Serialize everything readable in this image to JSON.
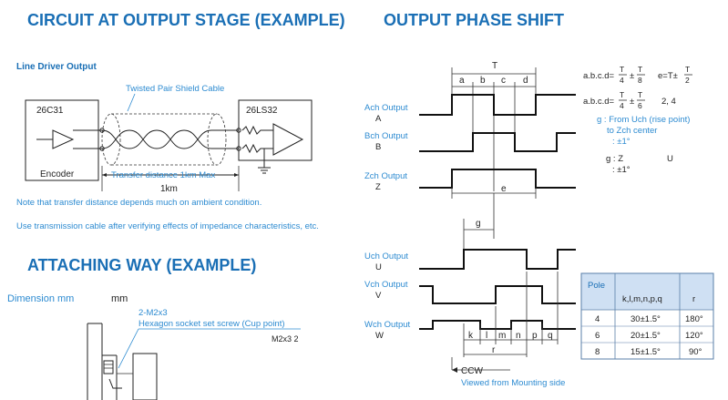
{
  "headings": {
    "circuit": "CIRCUIT AT OUTPUT STAGE (EXAMPLE)",
    "phase": "OUTPUT PHASE SHIFT",
    "attaching": "ATTACHING WAY (EXAMPLE)"
  },
  "circuit": {
    "subtitle": "Line Driver Output",
    "cable_label": "Twisted Pair Shield Cable",
    "chip_left": "26C31",
    "chip_right": "26LS32",
    "encoder": "Encoder",
    "transfer": "Transfer distance 1km Max",
    "km": "1km",
    "note1": "Note that transfer distance depends much on ambient condition.",
    "note2": "Use transmission cable after verifying effects of impedance characteristics, etc."
  },
  "attach": {
    "dimension": "Dimension mm",
    "mm": "mm",
    "screw_size": "2-M2x3",
    "screw_desc": "Hexagon socket set screw (Cup point)",
    "screw_ref": "M2x3  2"
  },
  "phase": {
    "T": "T",
    "seg": [
      "a",
      "b",
      "c",
      "d"
    ],
    "f1_lhs": "a.b.c.d=",
    "f1_mid": "±",
    "f1_rhs": "e=T±",
    "f2_lhs": "a.b.c.d=",
    "f2_mid": "±",
    "f2_tail": "2,    4",
    "n_T": "T",
    "d_4": "4",
    "d_8": "8",
    "d_2": "2",
    "d_6": "6",
    "g_from": "g : From Uch (rise point)",
    "g_to": "to Zch center",
    "g_tol": ": ±1°",
    "gz": "g : Z",
    "gz_u": "U",
    "gz_tol": ": ±1°",
    "ach": "Ach Output",
    "ach_s": "A",
    "bch": "Bch Output",
    "bch_s": "B",
    "zch": "Zch Output",
    "zch_s": "Z",
    "e": "e",
    "g": "g",
    "uch": "Uch Output",
    "uch_s": "U",
    "vch": "Vch Output",
    "vch_s": "V",
    "wch": "Wch Output",
    "wch_s": "W",
    "klm": [
      "k",
      "l",
      "m",
      "n",
      "p",
      "q"
    ],
    "r": "r",
    "ccw": "CCW",
    "viewed": "Viewed from Mounting side"
  },
  "table": {
    "headers": [
      "Pole",
      "k,l,m,n,p,q",
      "r"
    ],
    "rows": [
      [
        "4",
        "30±1.5°",
        "180°"
      ],
      [
        "6",
        "20±1.5°",
        "120°"
      ],
      [
        "8",
        "15±1.5°",
        "90°"
      ]
    ]
  }
}
